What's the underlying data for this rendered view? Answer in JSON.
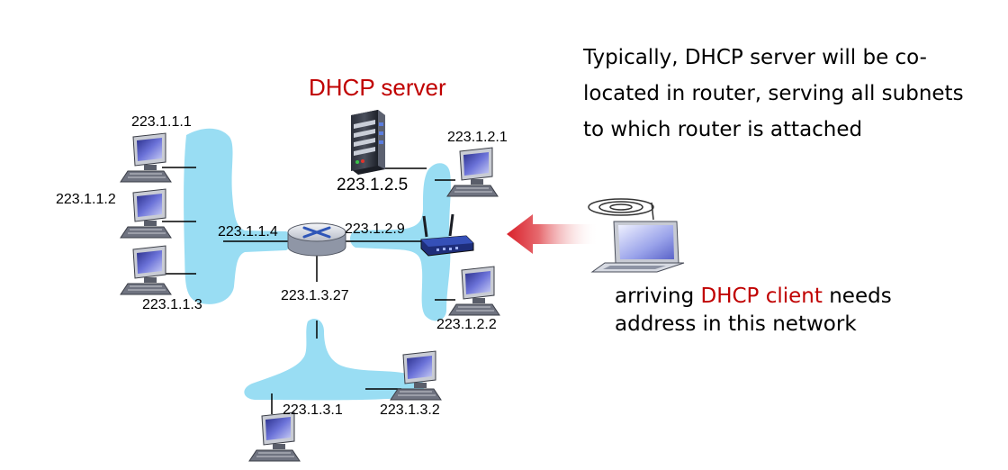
{
  "diagram": {
    "server_label": "DHCP server",
    "server_ip": "223.1.2.5",
    "subnet1": {
      "host_ips": [
        "223.1.1.1",
        "223.1.1.2",
        "223.1.1.3"
      ],
      "router_ip": "223.1.1.4"
    },
    "subnet2": {
      "host_ips": [
        "223.1.2.1",
        "223.1.2.2"
      ],
      "router_ip": "223.1.2.9"
    },
    "subnet3": {
      "host_ips": [
        "223.1.3.1",
        "223.1.3.2"
      ],
      "router_ip": "223.1.3.27"
    },
    "note_top": {
      "lines": [
        "Typically, DHCP server will be  co-",
        "located in router, serving all subnets",
        "to which router is attached"
      ]
    },
    "note_bottom": {
      "prefix": "arriving ",
      "highlight": "DHCP client",
      "suffix": " needs",
      "line2": "address in this network"
    },
    "colors": {
      "subnet_fill": "#99ddf3",
      "highlight_text": "#c00000",
      "arrow": "#d9202a"
    }
  }
}
